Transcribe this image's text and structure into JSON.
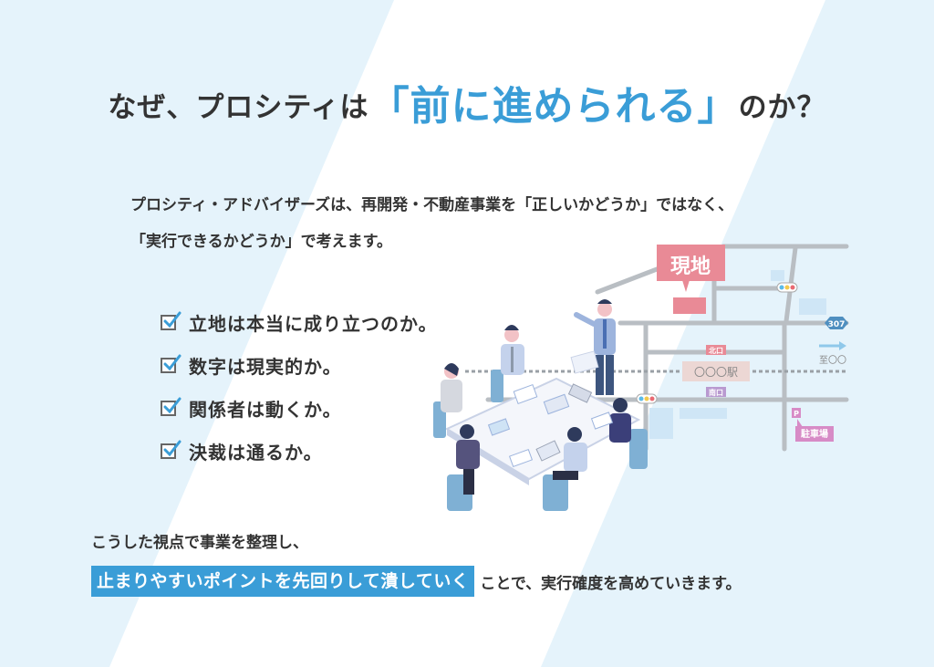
{
  "title": {
    "before": "なぜ、プロシティは",
    "accent": "「前に進められる」",
    "after": "のか？"
  },
  "intro": {
    "line1": "プロシティ・アドバイザーズは、再開発・不動産事業を「正しいかどうか」ではなく、",
    "line2": "「実行できるかどうか」で考えます。"
  },
  "checklist": [
    {
      "label": "立地は本当に成り立つのか。",
      "checked": true
    },
    {
      "label": "数字は現実的か。",
      "checked": true
    },
    {
      "label": "関係者は動くか。",
      "checked": true
    },
    {
      "label": "決裁は通るか。",
      "checked": true
    }
  ],
  "map": {
    "site_label": "現地",
    "station_label": "〇〇〇駅",
    "north_exit": "北口",
    "south_exit": "南口",
    "route_number": "307",
    "direction_label": "至〇〇",
    "parking_icon": "P",
    "parking_label": "駐車場"
  },
  "summary": {
    "line1": "こうした視点で事業を整理し、",
    "highlight": "止まりやすいポイントを先回りして潰していく",
    "rest": "ことで、実行確度を高めていきます。"
  },
  "colors": {
    "accent": "#3a9dd7",
    "background_stripe": "#e5f3fb",
    "text": "#333333",
    "site_pink": "#e98a96",
    "exit_purple": "#b99ad0",
    "parking_pink": "#d78bc6"
  }
}
